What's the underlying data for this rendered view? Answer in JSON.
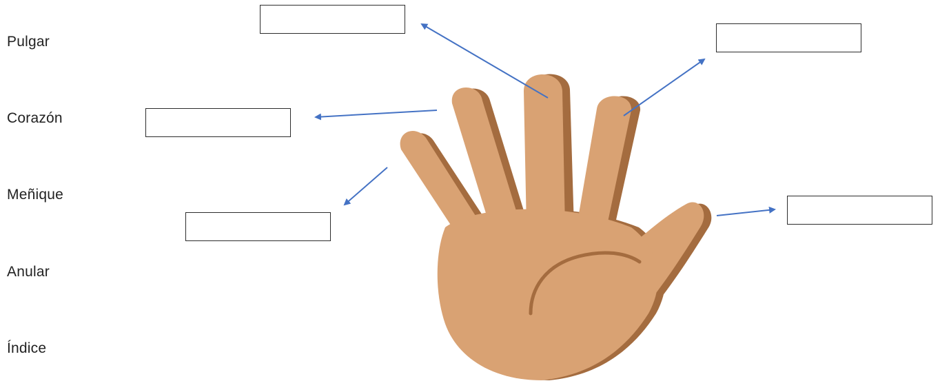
{
  "word_bank": [
    {
      "id": "pulgar",
      "label": "Pulgar"
    },
    {
      "id": "corazon",
      "label": "Corazón"
    },
    {
      "id": "menique",
      "label": "Meñique"
    },
    {
      "id": "anular",
      "label": "Anular"
    },
    {
      "id": "indice",
      "label": "Índice"
    }
  ],
  "answer_boxes": [
    {
      "id": "top-center",
      "value": ""
    },
    {
      "id": "left-upper",
      "value": ""
    },
    {
      "id": "left-lower",
      "value": ""
    },
    {
      "id": "right-upper",
      "value": ""
    },
    {
      "id": "right-lower",
      "value": ""
    }
  ],
  "colors": {
    "skin": "#d9a273",
    "skin_shadow": "#a46c3f",
    "arrow": "#4472c4",
    "box_border": "#2b2b2b"
  },
  "icons": {
    "hand": "open-hand-illustration"
  }
}
